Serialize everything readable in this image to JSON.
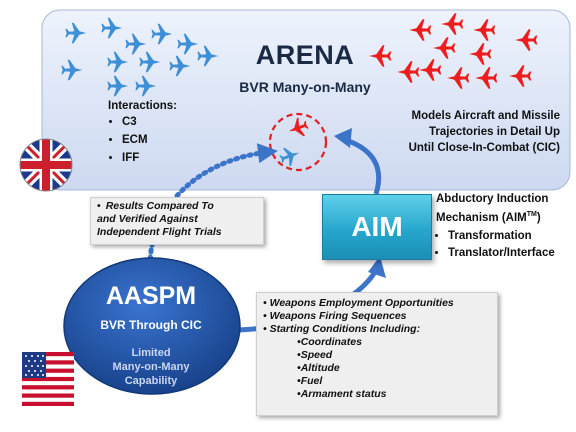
{
  "arena": {
    "title": "ARENA",
    "subtitle": "BVR Many-on-Many",
    "interactions_heading": "Interactions:",
    "interactions": [
      "C3",
      "ECM",
      "IFF"
    ],
    "models_line1": "Models Aircraft and Missile",
    "models_line2": "Trajectories in Detail Up",
    "models_line3": "Until Close-In-Combat (CIC)"
  },
  "results_note": {
    "line1": "Results Compared To",
    "line2": "and Verified Against",
    "line3": "Independent Flight Trials"
  },
  "aim": {
    "label": "AIM",
    "desc_line1": "Abductory Induction",
    "desc_line2_prefix": "Mechanism (AIM",
    "desc_line2_tm": "TM",
    "desc_line2_suffix": ")",
    "bullets": [
      "Transformation",
      "Translator/Interface"
    ]
  },
  "aaspm": {
    "title": "AASPM",
    "subtitle": "BVR Through CIC",
    "limited_line1": "Limited",
    "limited_line2": "Many-on-Many",
    "limited_line3": "Capability"
  },
  "weapons_note": {
    "items": [
      "Weapons Employment Opportunities",
      "Weapons Firing Sequences",
      "Starting Conditions Including:"
    ],
    "sub_items": [
      "Coordinates",
      "Speed",
      "Altitude",
      "Fuel",
      "Armament status"
    ]
  },
  "colors": {
    "blue_aircraft": "#3d8fd8",
    "red_aircraft": "#ee1c1c",
    "arena_fill": "#dbe6f8",
    "arrow_blue": "#3b74c9",
    "aim_box": "#27a6cc",
    "aaspm_oval": "#2456a6"
  },
  "icons": {
    "blue_fighter": "fighter-jet-icon",
    "red_fighter": "fighter-jet-icon",
    "uk_flag": "uk-flag-icon",
    "us_flag": "us-flag-icon"
  }
}
